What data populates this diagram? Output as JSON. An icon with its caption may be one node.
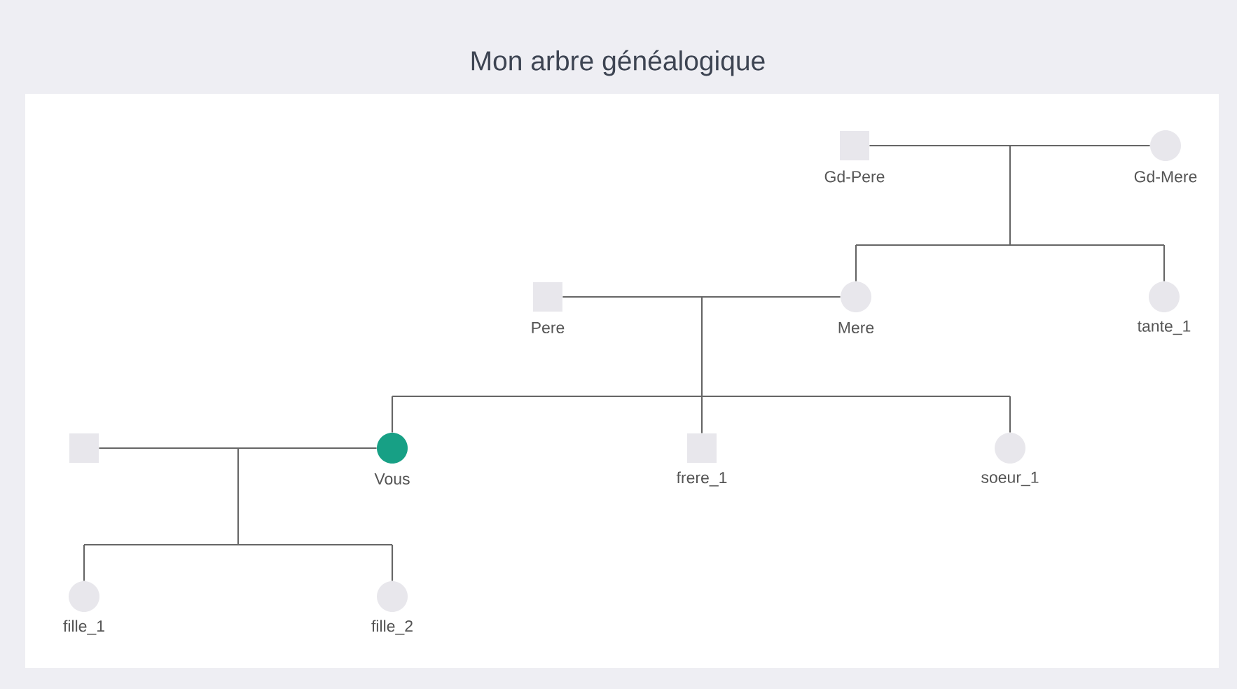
{
  "diagram": {
    "title": "Mon arbre généalogique",
    "nodes": [
      {
        "text": [],
        "shape": "box",
        "beside": [
          "Gd-Pere"
        ]
      },
      {
        "text": [],
        "shape": "circle",
        "beside": [
          "Gd-Mere"
        ]
      },
      {
        "text": [],
        "shape": "box",
        "beside": [
          "Pere"
        ]
      },
      {
        "text": [],
        "shape": "circle",
        "beside": [
          "Mere"
        ]
      },
      {
        "text": [],
        "shape": "circle",
        "beside": [
          "tante_1"
        ]
      },
      {
        "text": [],
        "shape": "box"
      },
      {
        "text": [],
        "shape": "circle",
        "beside": [
          "Vous"
        ]
      },
      {
        "text": [],
        "shape": "box",
        "beside": [
          "frere_1"
        ]
      },
      {
        "text": [],
        "shape": "circle",
        "beside": [
          "soeur_1"
        ]
      },
      {
        "text": [],
        "shape": "circle",
        "beside": [
          "fille_1"
        ]
      },
      {
        "text": [],
        "shape": "circle",
        "beside": [
          "fille_2"
        ]
      }
    ],
    "edges": [
      {
        "from": 0,
        "to": 1,
        "arrow": "none"
      },
      {
        "from": 0,
        "to": 3,
        "arrow": "none"
      },
      {
        "from": 1,
        "to": 3,
        "arrow": "none"
      },
      {
        "from": 0,
        "to": 4,
        "arrow": "none"
      },
      {
        "from": 1,
        "to": 4,
        "arrow": "none"
      },
      {
        "from": 2,
        "to": 3,
        "arrow": "none"
      },
      {
        "from": 2,
        "to": 6,
        "arrow": "none"
      },
      {
        "from": 3,
        "to": 6,
        "arrow": "none"
      },
      {
        "from": 2,
        "to": 7,
        "arrow": "none"
      },
      {
        "from": 3,
        "to": 7,
        "arrow": "none"
      },
      {
        "from": 2,
        "to": 8,
        "arrow": "none"
      },
      {
        "from": 3,
        "to": 8,
        "arrow": "none"
      },
      {
        "from": 5,
        "to": 6,
        "arrow": "none"
      },
      {
        "from": 5,
        "to": 9,
        "arrow": "none"
      },
      {
        "from": 6,
        "to": 9,
        "arrow": "none"
      },
      {
        "from": 5,
        "to": 10,
        "arrow": "none"
      },
      {
        "from": 6,
        "to": 10,
        "arrow": "none"
      }
    ]
  }
}
